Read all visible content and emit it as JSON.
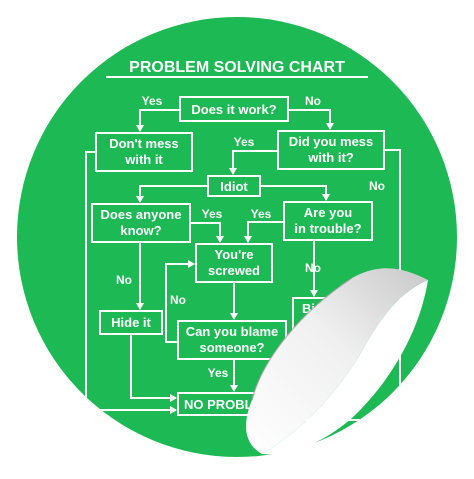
{
  "colors": {
    "background": "#ffffff",
    "sticker_green": "#1db954",
    "ink": "#ffffff",
    "curl_light": "#f2f2f2",
    "curl_shadow": "#9a9a9a"
  },
  "title": "PROBLEM SOLVING CHART",
  "nodes": {
    "does_it_work": "Does it work?",
    "dont_mess_line1": "Don't mess",
    "dont_mess_line2": "with it",
    "did_you_mess_line1": "Did you mess",
    "did_you_mess_line2": "with it?",
    "idiot": "Idiot",
    "does_anyone_line1": "Does anyone",
    "does_anyone_line2": "know?",
    "are_you_line1": "Are you",
    "are_you_line2": "in trouble?",
    "screwed_line1": "You're",
    "screwed_line2": "screwed",
    "hide_it": "Hide it",
    "blame_line1": "Can you blame",
    "blame_line2": "someone?",
    "bin_partial": "Bi",
    "no_problem_partial": "NO PROBL"
  },
  "edge_labels": {
    "yes_top": "Yes",
    "no_top": "No",
    "yes_mess": "Yes",
    "no_mess": "No",
    "yes_anyone": "Yes",
    "yes_trouble": "Yes",
    "no_anyone": "No",
    "no_trouble": "No",
    "no_blame": "No",
    "yes_blame": "Yes"
  }
}
